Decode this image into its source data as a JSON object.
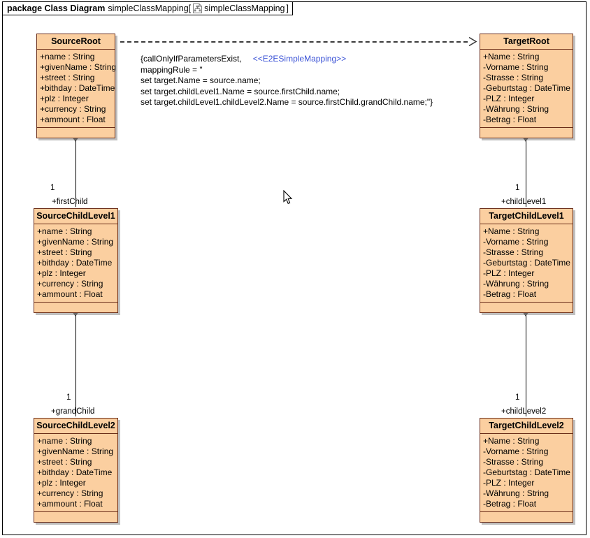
{
  "frame": {
    "keyword": "package Class Diagram",
    "name": "simpleClassMapping[",
    "icon": "class-diagram-icon",
    "tab_name": "simpleClassMapping",
    "close_bracket": "]"
  },
  "colors": {
    "class_fill": "#FBCFA0",
    "class_border": "#6B2D18",
    "stereotype_text": "#3A52D6",
    "connector": "#000000",
    "frame_border": "#000000"
  },
  "note": {
    "lines": [
      "{callOnlyIfParametersExist,",
      "mappingRule = \"",
      "set target.Name = source.name;",
      "set target.childLevel1.Name = source.firstChild.name;",
      "set target.childLevel1.childLevel2.Name = source.firstChild.grandChild.name;\"}"
    ],
    "stereotype": "<<E2ESimpleMapping>>"
  },
  "classes": [
    {
      "id": "source-root",
      "name": "SourceRoot",
      "attributes": [
        "+name : String",
        "+givenName : String",
        "+street : String",
        "+bithday : DateTime",
        "+plz : Integer",
        "+currency : String",
        "+ammount : Float"
      ],
      "operations": []
    },
    {
      "id": "source-child-level1",
      "name": "SourceChildLevel1",
      "attributes": [
        "+name : String",
        "+givenName : String",
        "+street : String",
        "+bithday : DateTime",
        "+plz : Integer",
        "+currency : String",
        "+ammount : Float"
      ],
      "operations": []
    },
    {
      "id": "source-child-level2",
      "name": "SourceChildLevel2",
      "attributes": [
        "+name : String",
        "+givenName : String",
        "+street : String",
        "+bithday : DateTime",
        "+plz : Integer",
        "+currency : String",
        "+ammount : Float"
      ],
      "operations": []
    },
    {
      "id": "target-root",
      "name": "TargetRoot",
      "attributes": [
        "+Name : String",
        "-Vorname : String",
        "-Strasse : String",
        "-Geburtstag : DateTime",
        "-PLZ : Integer",
        "-Währung : String",
        "-Betrag : Float"
      ],
      "operations": []
    },
    {
      "id": "target-child-level1",
      "name": "TargetChildLevel1",
      "attributes": [
        "+Name : String",
        "-Vorname : String",
        "-Strasse : String",
        "-Geburtstag : DateTime",
        "-PLZ : Integer",
        "-Währung : String",
        "-Betrag : Float"
      ],
      "operations": []
    },
    {
      "id": "target-child-level2",
      "name": "TargetChildLevel2",
      "attributes": [
        "+Name : String",
        "-Vorname : String",
        "-Strasse : String",
        "-Geburtstag : DateTime",
        "-PLZ : Integer",
        "-Währung : String",
        "-Betrag : Float"
      ],
      "operations": []
    }
  ],
  "associations": [
    {
      "id": "src-root-to-child1",
      "multiplicity": "1",
      "role": "+firstChild",
      "kind": "composition"
    },
    {
      "id": "src-child1-to-child2",
      "multiplicity": "1",
      "role": "+grandChild",
      "kind": "composition"
    },
    {
      "id": "tgt-root-to-child1",
      "multiplicity": "1",
      "role": "+childLevel1",
      "kind": "composition"
    },
    {
      "id": "tgt-child1-to-child2",
      "multiplicity": "1",
      "role": "+childLevel2",
      "kind": "composition"
    }
  ],
  "dependency": {
    "id": "source-to-target-mapping",
    "kind": "dashed-dependency"
  }
}
